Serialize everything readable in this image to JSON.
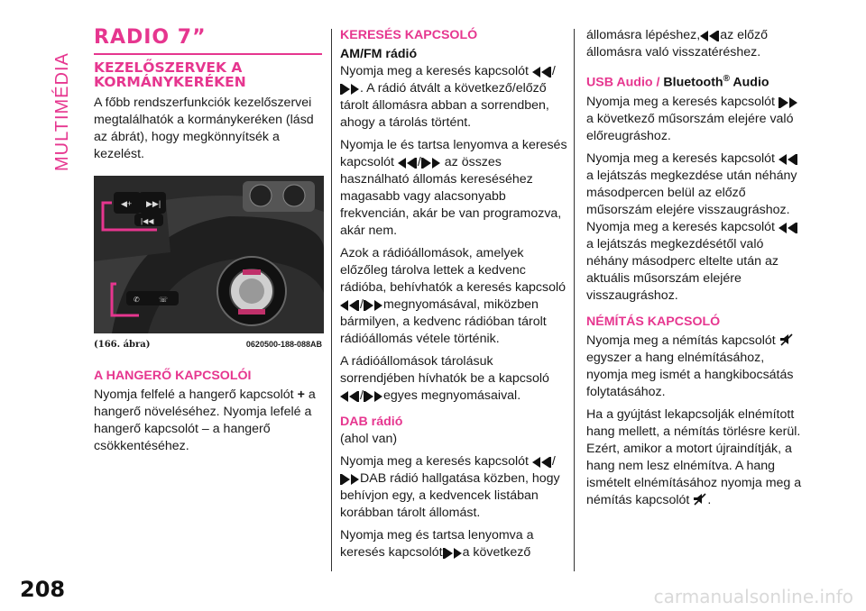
{
  "side_label": "MULTIMÉDIA",
  "page_number": "208",
  "footer_url": "carmanualsonline.info",
  "col1": {
    "title": "RADIO 7”",
    "subtitle": "KEZELŐSZERVEK A KORMÁNYKERÉKEN",
    "intro": "A főbb rendszerfunkciók kezelőszervei megtalálhatók a kormánykeréken (lásd az ábrát), hogy megkönnyítsék a kezelést.",
    "figure_caption_left": "(166. ábra)",
    "figure_caption_right": "0620500-188-088AB",
    "volume_heading": "A HANGERŐ KAPCSOLÓI",
    "volume_text_a": "Nyomja felfelé a hangerő kapcsolót",
    "volume_plus": "+",
    "volume_text_b": "a hangerő növeléséhez. Nyomja lefelé a hangerő kapcsolót – a hangerő csökkentéséhez."
  },
  "col2": {
    "search_heading": "KERESÉS KAPCSOLÓ",
    "amfm_heading": "AM/FM rádió",
    "p1_a": "Nyomja meg a keresés kapcsolót",
    "slash": "/",
    "p1_b": ". A rádió átvált a következő/előző tárolt állomásra abban a sorrendben, ahogy a tárolás történt.",
    "p2_a": "Nyomja le és tartsa lenyomva a keresés kapcsolót",
    "p2_b": "az összes használható állomás kereséséhez magasabb vagy alacsonyabb frekvencián, akár be van programozva, akár nem.",
    "p3_a": "Azok a rádióállomások, amelyek előzőleg tárolva lettek a kedvenc rádióba, behívhatók a keresés kapcsoló",
    "p3_b": "megnyomásával, miközben bármilyen, a kedvenc rádióban tárolt rádióállomás vétele történik.",
    "p4_a": "A rádióállomások tárolásuk sorrendjében hívhatók be a kapcsoló",
    "p4_b": "egyes megnyomásaival.",
    "dab_heading": "DAB rádió",
    "dab_sub": "(ahol van)",
    "p5_a": "Nyomja meg a keresés kapcsolót",
    "p5_b": "DAB rádió hallgatása közben, hogy behívjon egy, a kedvencek listában korábban tárolt állomást.",
    "p6_a": "Nyomja meg és tartsa lenyomva a keresés kapcsolót",
    "p6_b": "a következő"
  },
  "col3": {
    "p1_a": "állomásra lépéshez,",
    "p1_b": "az előző állomásra való visszatéréshez.",
    "usb_prefix": "USB Audio / ",
    "usb_bt": "Bluetooth",
    "usb_reg": "®",
    "usb_suffix": " Audio",
    "p2_a": "Nyomja meg a keresés kapcsolót",
    "p2_b": "a következő műsorszám elejére való előreugráshoz.",
    "p3_a": "Nyomja meg a keresés kapcsolót",
    "p3_b": "a lejátszás megkezdése után néhány másodpercen belül az előző műsorszám elejére visszaugráshoz.",
    "p4_a": "Nyomja meg a keresés kapcsolót",
    "p4_b": "a lejátszás megkezdésétől való néhány másodperc eltelte után az aktuális műsorszám elejére visszaugráshoz.",
    "mute_heading": "NÉMÍTÁS KAPCSOLÓ",
    "p5_a": "Nyomja meg a némítás kapcsolót",
    "p5_b": "egyszer a hang elnémításához, nyomja meg ismét a hangkibocsátás folytatásához.",
    "p6": "Ha a gyújtást lekapcsolják elnémított hang mellett, a némítás törlésre kerül. Ezért, amikor a motort újraindítják, a hang nem lesz elnémítva. A hang ismételt elnémításához nyomja meg a némítás kapcsolót",
    "p6_end": "."
  }
}
